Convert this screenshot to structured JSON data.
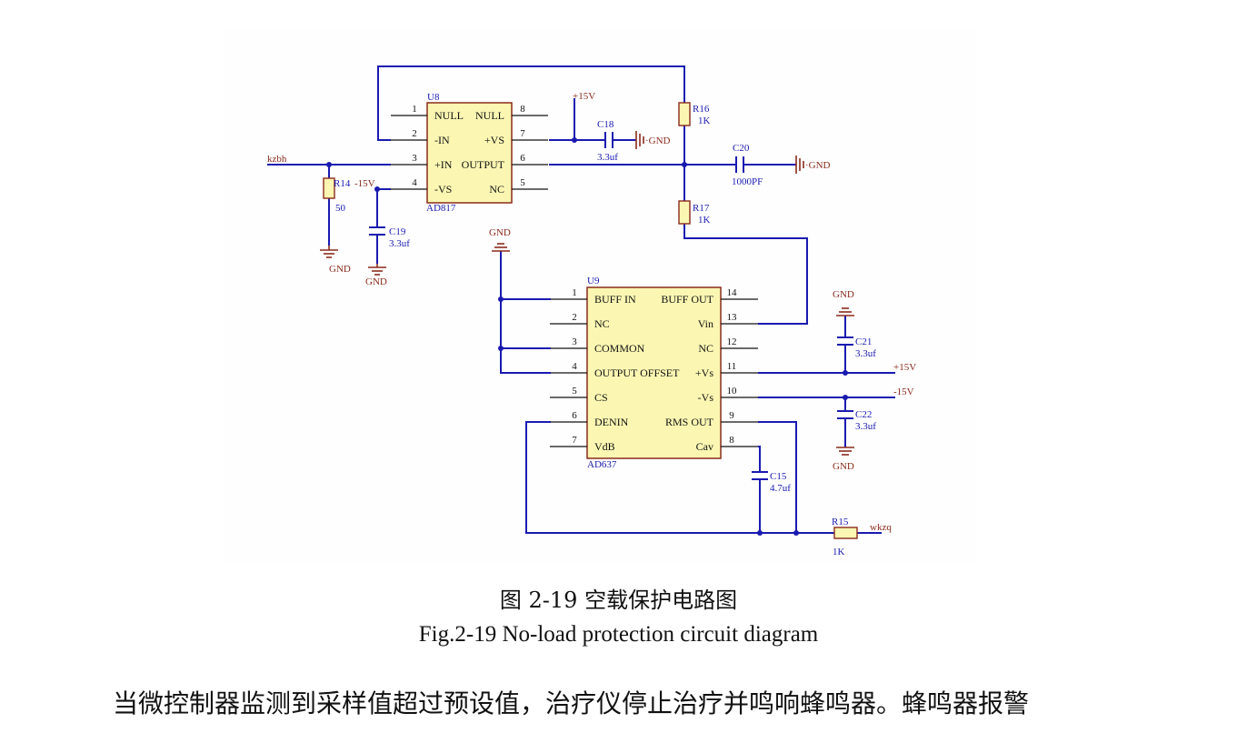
{
  "diagram": {
    "u8": {
      "ref": "U8",
      "part": "AD817",
      "left_pins": [
        {
          "num": "1",
          "name": "NULL"
        },
        {
          "num": "2",
          "name": "-IN"
        },
        {
          "num": "3",
          "name": "+IN"
        },
        {
          "num": "4",
          "name": "-VS"
        }
      ],
      "right_pins": [
        {
          "num": "8",
          "name": "NULL"
        },
        {
          "num": "7",
          "name": "+VS"
        },
        {
          "num": "6",
          "name": "OUTPUT"
        },
        {
          "num": "5",
          "name": "NC"
        }
      ]
    },
    "u9": {
      "ref": "U9",
      "part": "AD637",
      "left_pins": [
        {
          "num": "1",
          "name": "BUFF IN"
        },
        {
          "num": "2",
          "name": "NC"
        },
        {
          "num": "3",
          "name": "COMMON"
        },
        {
          "num": "4",
          "name": "OUTPUT OFFSET"
        },
        {
          "num": "5",
          "name": "CS"
        },
        {
          "num": "6",
          "name": "DENIN"
        },
        {
          "num": "7",
          "name": "VdB"
        }
      ],
      "right_pins": [
        {
          "num": "14",
          "name": "BUFF OUT"
        },
        {
          "num": "13",
          "name": "Vin"
        },
        {
          "num": "12",
          "name": "NC"
        },
        {
          "num": "11",
          "name": "+Vs"
        },
        {
          "num": "10",
          "name": "-Vs"
        },
        {
          "num": "9",
          "name": "RMS OUT"
        },
        {
          "num": "8",
          "name": "Cav"
        }
      ]
    },
    "components": {
      "r14": {
        "ref": "R14",
        "value": "50"
      },
      "r15": {
        "ref": "R15",
        "value": "1K"
      },
      "r16": {
        "ref": "R16",
        "value": "1K"
      },
      "r17": {
        "ref": "R17",
        "value": "1K"
      },
      "c15": {
        "ref": "C15",
        "value": "4.7uf"
      },
      "c18": {
        "ref": "C18",
        "value": "3.3uf"
      },
      "c19": {
        "ref": "C19",
        "value": "3.3uf"
      },
      "c20": {
        "ref": "C20",
        "value": "1000PF"
      },
      "c21": {
        "ref": "C21",
        "value": "3.3uf"
      },
      "c22": {
        "ref": "C22",
        "value": "3.3uf"
      }
    },
    "nets": {
      "kzbh": "kzbh",
      "wkzq": "wkzq",
      "gnd": "GND",
      "dot_gnd": "·GND",
      "pos15": "+15V",
      "neg15": "-15V"
    }
  },
  "caption_cn": "图 2-19  空载保护电路图",
  "caption_en": "Fig.2-19 No-load protection circuit diagram",
  "body_text": "当微控制器监测到采样值超过预设值，治疗仪停止治疗并鸣响蜂鸣器。蜂鸣器报警"
}
